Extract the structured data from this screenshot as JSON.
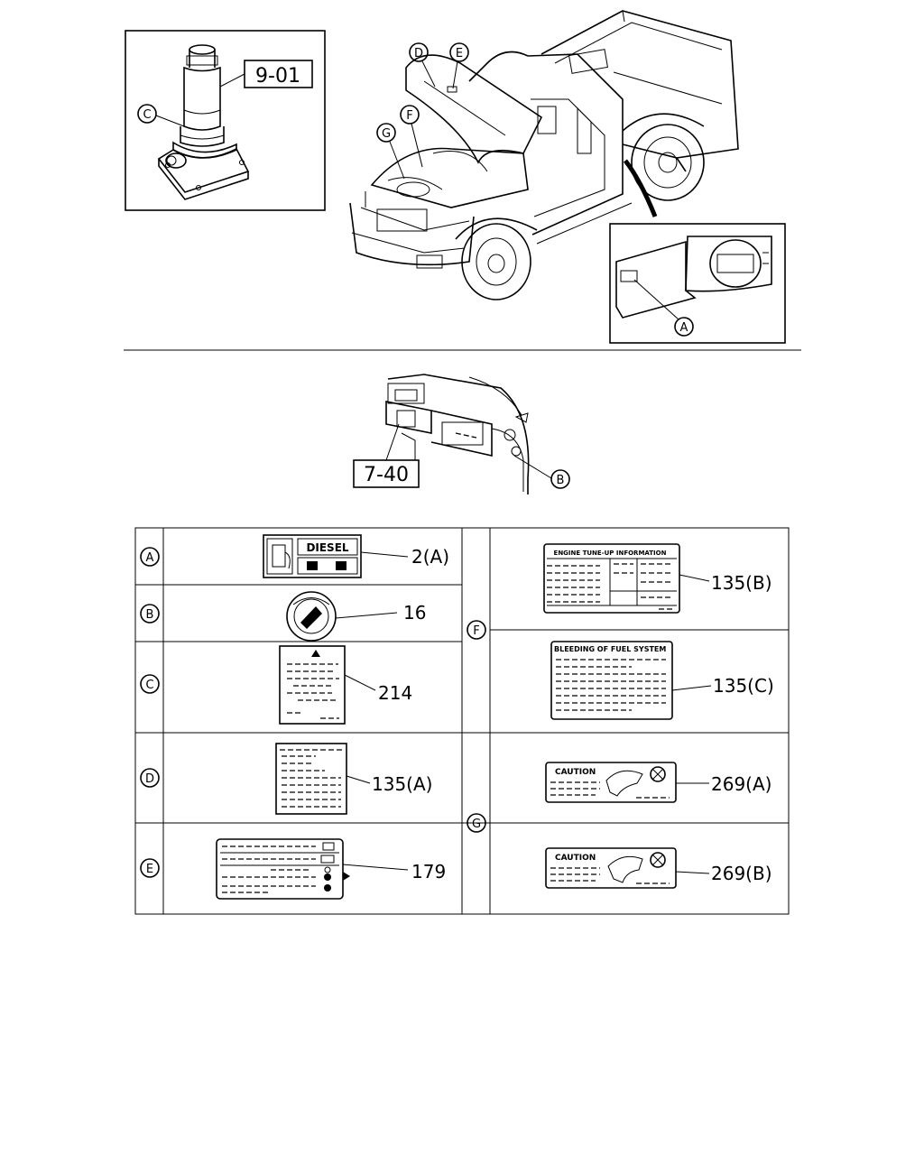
{
  "callouts": {
    "jack": "9-01",
    "dash": "7-40",
    "c": "C",
    "d": "D",
    "e": "E",
    "f": "F",
    "g": "G",
    "a": "A",
    "b": "B"
  },
  "labels": {
    "diesel": "DIESEL",
    "engine_tuneup": "ENGINE TUNE-UP INFORMATION",
    "bleeding": "BLEEDING OF FUEL SYSTEM",
    "caution_a": "CAUTION",
    "caution_b": "CAUTION"
  },
  "table": {
    "rows": [
      {
        "letter": "A",
        "part": "2(A)"
      },
      {
        "letter": "B",
        "part": "16"
      },
      {
        "letter": "C",
        "part": "214"
      },
      {
        "letter": "D",
        "part": "135(A)"
      },
      {
        "letter": "E",
        "part": "179"
      }
    ],
    "right": [
      {
        "letter": "F",
        "parts": [
          "135(B)",
          "135(C)"
        ]
      },
      {
        "letter": "G",
        "parts": [
          "269(A)",
          "269(B)"
        ]
      }
    ]
  }
}
